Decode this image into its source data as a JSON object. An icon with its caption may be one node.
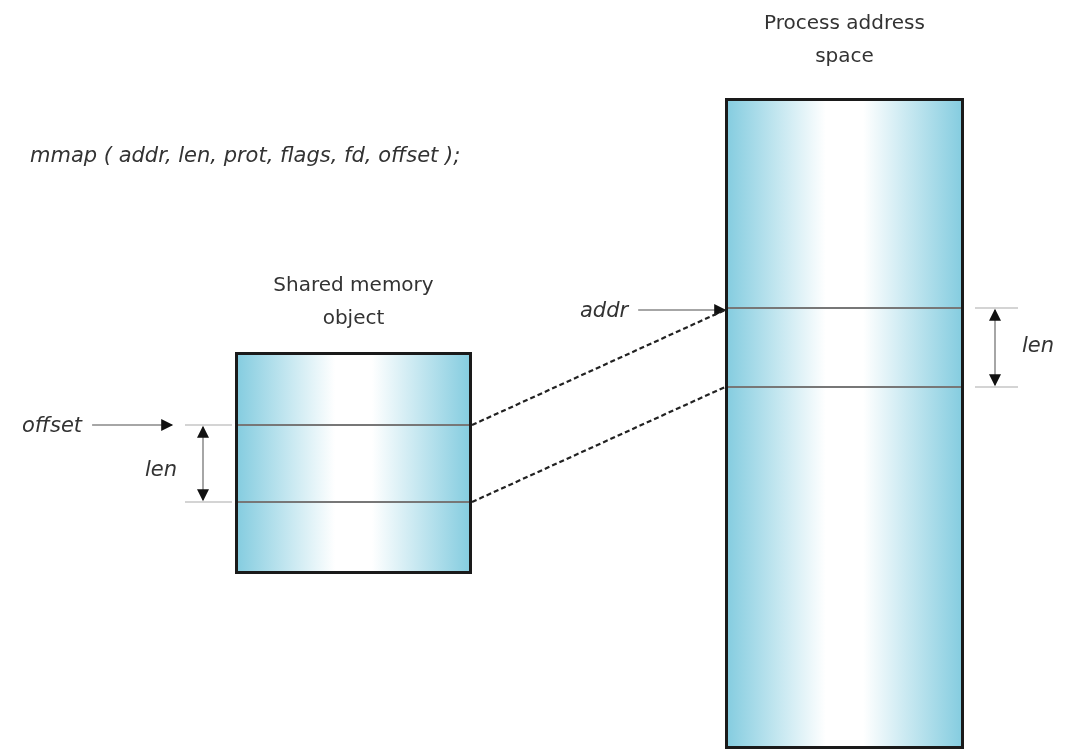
{
  "diagram": {
    "nodes": [
      {
        "text": [
          "Shared memory object"
        ]
      },
      {
        "text": [
          "Process address space"
        ]
      },
      {
        "text": [
          "offset"
        ]
      },
      {
        "text": [
          "addr"
        ]
      }
    ],
    "edges": [
      {
        "from": 2,
        "to": null,
        "arrow": "to"
      },
      {
        "from": 3,
        "to": 1,
        "arrow": "to"
      },
      {
        "from": 0,
        "to": 1,
        "arrow": "none",
        "style": "dashed",
        "color": "#222222"
      },
      {
        "from": 0,
        "to": 1,
        "arrow": "none",
        "style": "dashed",
        "color": "#222222"
      }
    ],
    "labels": [
      "mmap ( addr, len, prot, flags, fd, offset );",
      "len",
      "len"
    ]
  }
}
